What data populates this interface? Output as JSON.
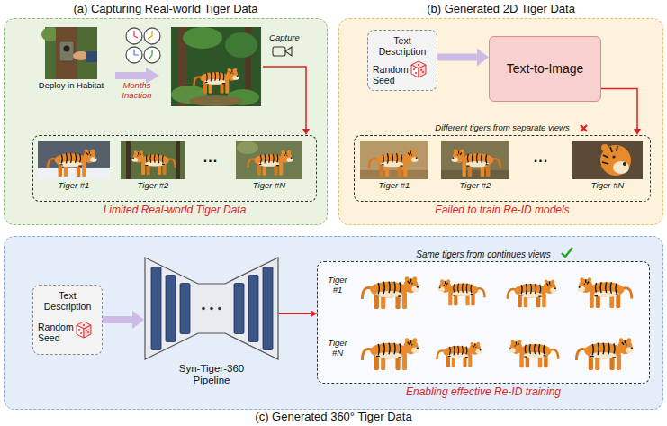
{
  "diagram": {
    "nodes": [
      {
        "text": [
          "(a) Capturing Real-world Tiger Data"
        ]
      },
      {
        "text": [
          "Deploy in Habitat"
        ],
        "in": 0
      },
      {
        "text": [
          "Limited Real-world Tiger Data"
        ],
        "in": 0
      },
      {
        "text": [
          "Tiger #1"
        ],
        "in": 2
      },
      {
        "text": [
          "Tiger #2"
        ],
        "in": 2
      },
      {
        "text": [
          "Tiger #N"
        ],
        "in": 2
      },
      {
        "text": [
          "(b) Generated 2D Tiger Data"
        ]
      },
      {
        "text": [
          "Text Description",
          "Random Seed"
        ],
        "in": 6
      },
      {
        "text": [
          "Text-to-Image"
        ],
        "in": 6
      },
      {
        "text": [
          "Different tigers from separate views",
          "Failed to train Re-ID models"
        ],
        "in": 6
      },
      {
        "text": [
          "Tiger #1"
        ],
        "in": 9
      },
      {
        "text": [
          "Tiger #2"
        ],
        "in": 9
      },
      {
        "text": [
          "Tiger #N"
        ],
        "in": 9
      },
      {
        "text": [
          "(c) Generated 360° Tiger Data"
        ]
      },
      {
        "text": [
          "Text Description",
          "Random Seed"
        ],
        "in": 13
      },
      {
        "text": [
          "Syn-Tiger-360 Pipeline"
        ],
        "in": 13
      },
      {
        "text": [
          "Same tigers from continues views",
          "Enabling effective Re-ID training"
        ],
        "in": 13
      }
    ],
    "edges": [
      {
        "from": 7,
        "to": 8,
        "arrow": "to"
      },
      {
        "from": 8,
        "to": 9,
        "arrow": "to"
      },
      {
        "from": 14,
        "to": 15,
        "arrow": "to"
      },
      {
        "from": 15,
        "to": 16,
        "arrow": "to"
      }
    ],
    "labels": [
      "Months",
      "Inaction",
      "Capture",
      "...",
      "...",
      "Tiger #1",
      "Tiger #N"
    ]
  }
}
